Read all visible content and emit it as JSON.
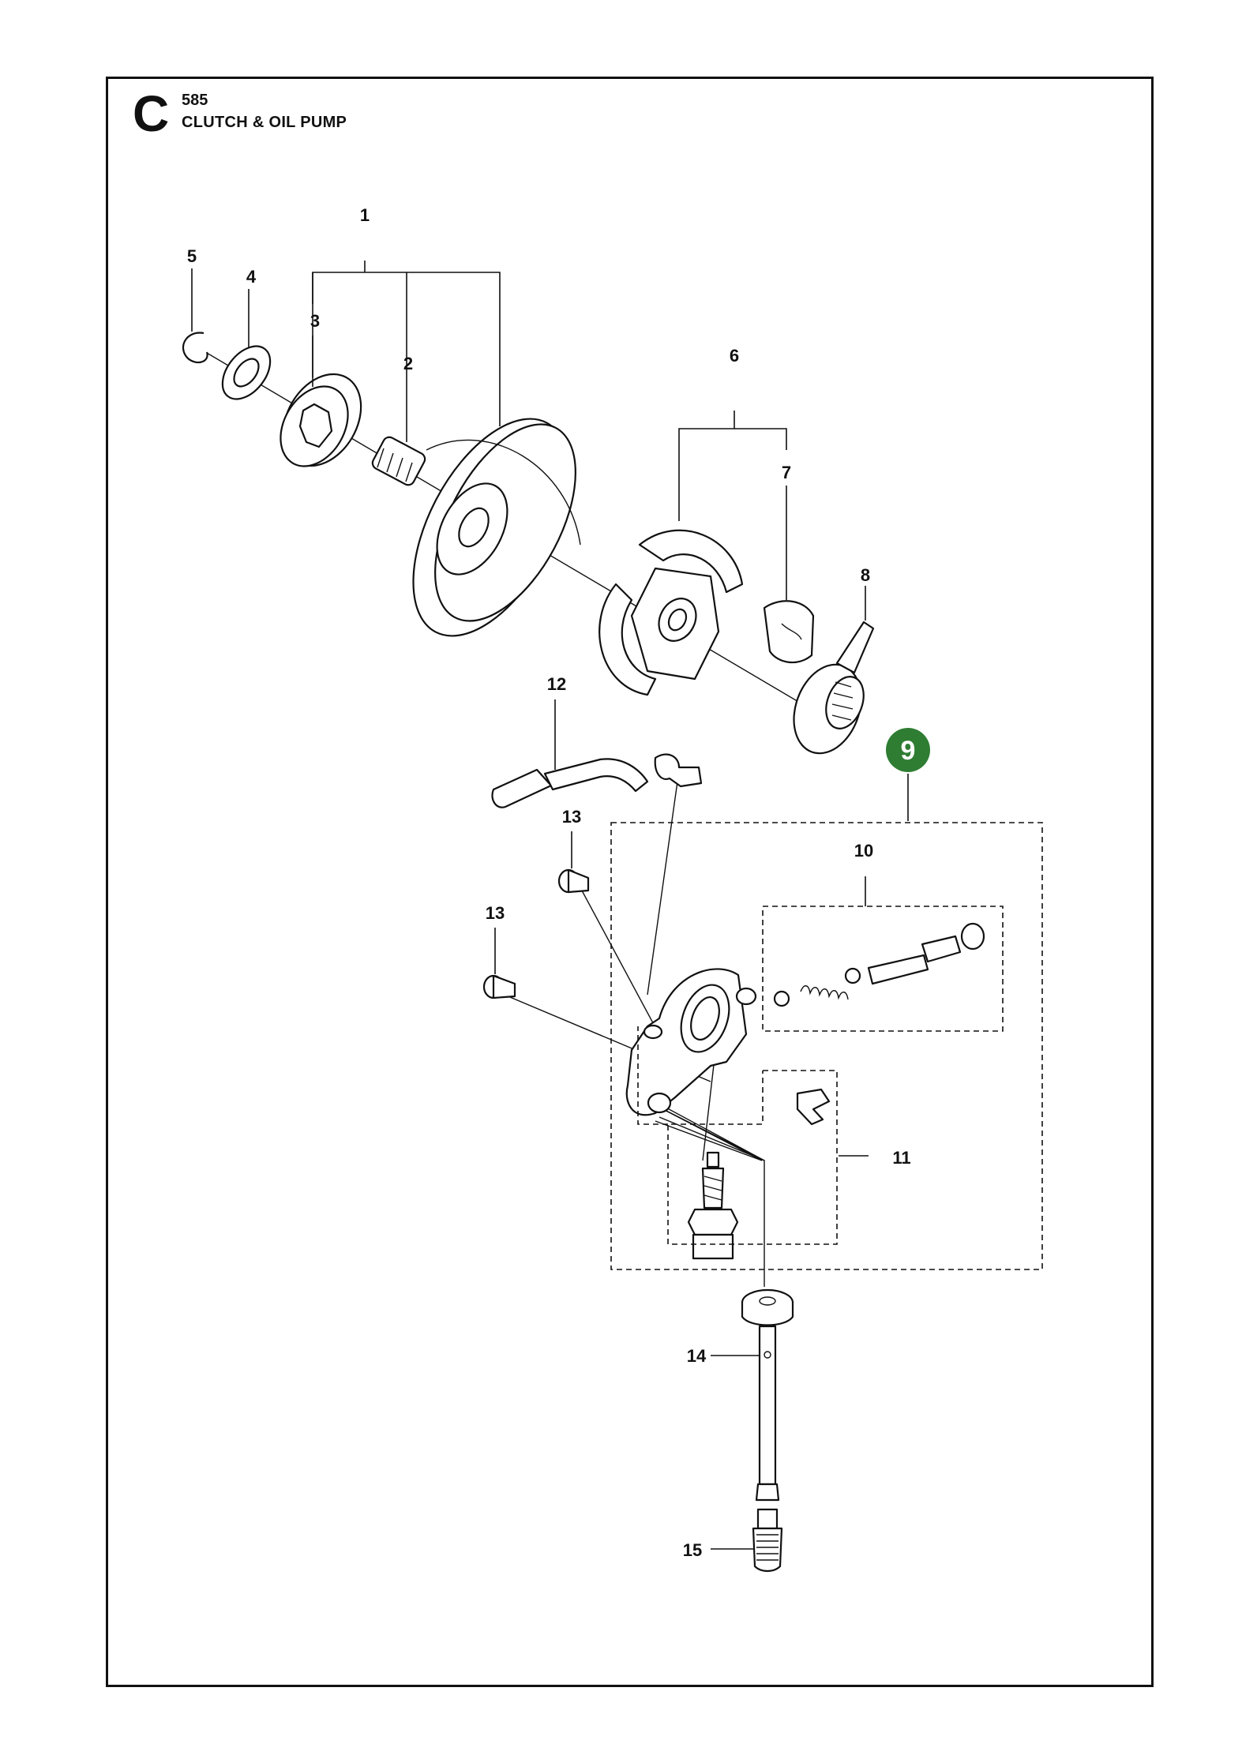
{
  "header": {
    "section_letter": "C",
    "section_code": "585",
    "section_title": "CLUTCH & OIL PUMP"
  },
  "callouts": {
    "c1": "1",
    "c2": "2",
    "c3": "3",
    "c4": "4",
    "c5": "5",
    "c6": "6",
    "c7": "7",
    "c8": "8",
    "c9": "9",
    "c10": "10",
    "c11": "11",
    "c12": "12",
    "c13a": "13",
    "c13b": "13",
    "c14": "14",
    "c15": "15"
  },
  "colors": {
    "highlight_badge": "#2e7d32",
    "line": "#111111"
  }
}
